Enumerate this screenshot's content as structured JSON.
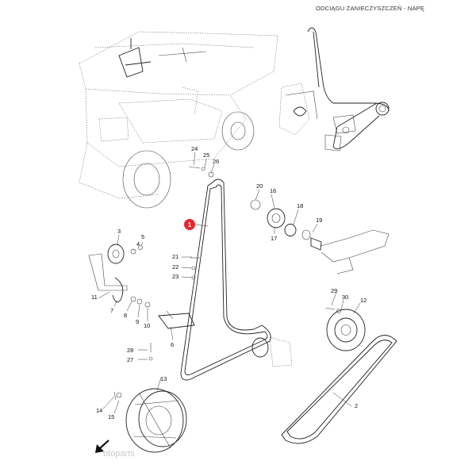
{
  "header": {
    "title": "ODCIĄGU ZANIECZYSZCZEŃ - NAPĘ"
  },
  "callout": {
    "label": "1",
    "color": "#e8262e"
  },
  "labels": {
    "n2": "2",
    "n3": "3",
    "n4": "4",
    "n5": "5",
    "n6": "6",
    "n7": "7",
    "n8": "8",
    "n9": "9",
    "n10": "10",
    "n11": "11",
    "n12": "12",
    "n13": "13",
    "n14": "14",
    "n15": "15",
    "n16": "16",
    "n17": "17",
    "n18": "18",
    "n19": "19",
    "n20": "20",
    "n21": "21",
    "n22": "22",
    "n23": "23",
    "n24": "24",
    "n25": "25",
    "n26": "26",
    "n27": "27",
    "n28": "28",
    "n29": "29",
    "n30": "30"
  },
  "watermark": {
    "text": "otoparts"
  },
  "icons": {
    "direction_arrow": "arrow-down-left-icon"
  }
}
